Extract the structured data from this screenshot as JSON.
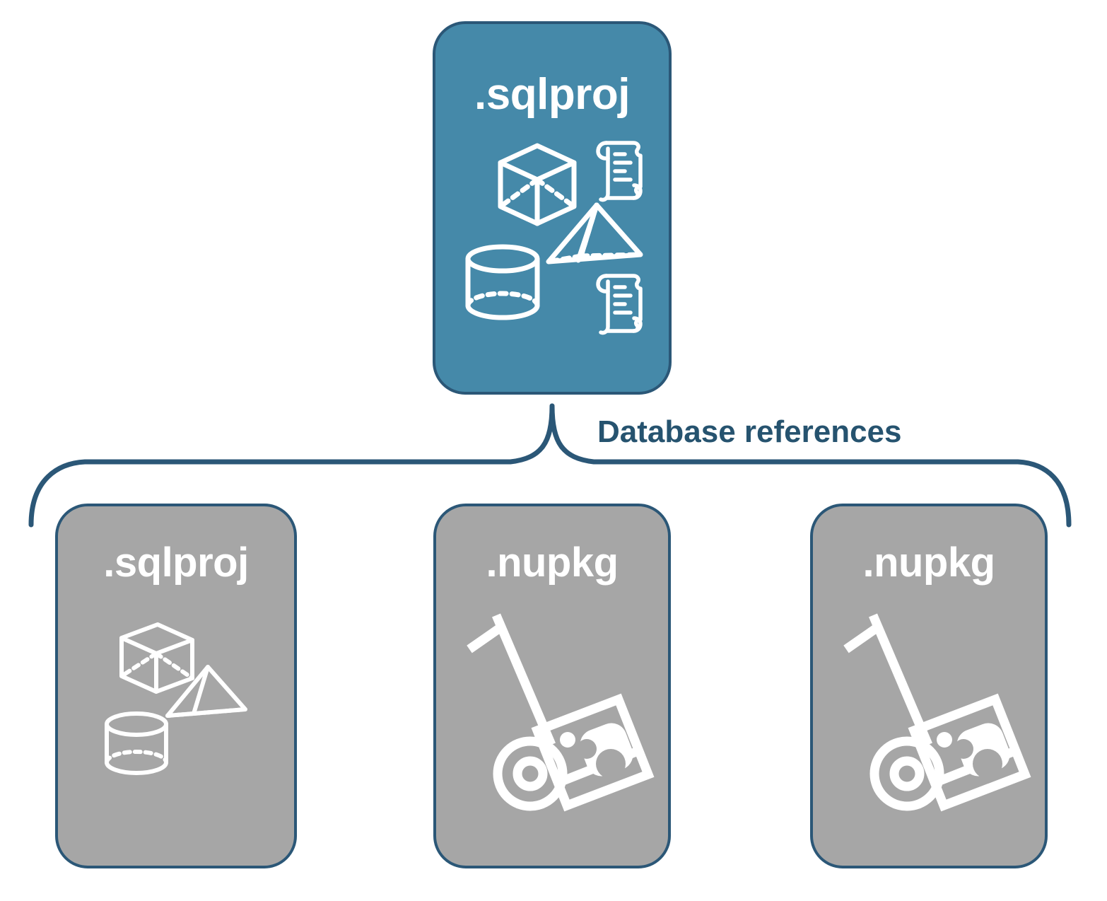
{
  "diagram": {
    "title_text": "Database references",
    "colors": {
      "card_blue_fill": "#4589a9",
      "card_gray_fill": "#a6a6a6",
      "card_border": "#2b5777",
      "label_text": "#26536f",
      "icon_stroke": "#ffffff",
      "background": "#ffffff"
    }
  },
  "top_node": {
    "label": ".sqlproj",
    "type": "sql-project",
    "icons": [
      {
        "name": "cube-icon",
        "shape": "cube"
      },
      {
        "name": "scroll-icon",
        "shape": "scroll"
      },
      {
        "name": "pyramid-icon",
        "shape": "pyramid"
      },
      {
        "name": "cylinder-icon",
        "shape": "cylinder"
      },
      {
        "name": "scroll-icon",
        "shape": "scroll"
      }
    ]
  },
  "connector": {
    "name": "database-references-brace",
    "label": "Database references",
    "style": "curly-brace"
  },
  "reference_nodes": [
    {
      "label": ".sqlproj",
      "type": "sql-project",
      "icons": [
        {
          "name": "cube-icon",
          "shape": "cube"
        },
        {
          "name": "pyramid-icon",
          "shape": "pyramid"
        },
        {
          "name": "cylinder-icon",
          "shape": "cylinder"
        }
      ]
    },
    {
      "label": ".nupkg",
      "type": "nuget-package",
      "icons": [
        {
          "name": "hand-truck-package-icon",
          "shape": "hand-truck"
        }
      ]
    },
    {
      "label": ".nupkg",
      "type": "nuget-package",
      "icons": [
        {
          "name": "hand-truck-package-icon",
          "shape": "hand-truck"
        }
      ]
    }
  ]
}
